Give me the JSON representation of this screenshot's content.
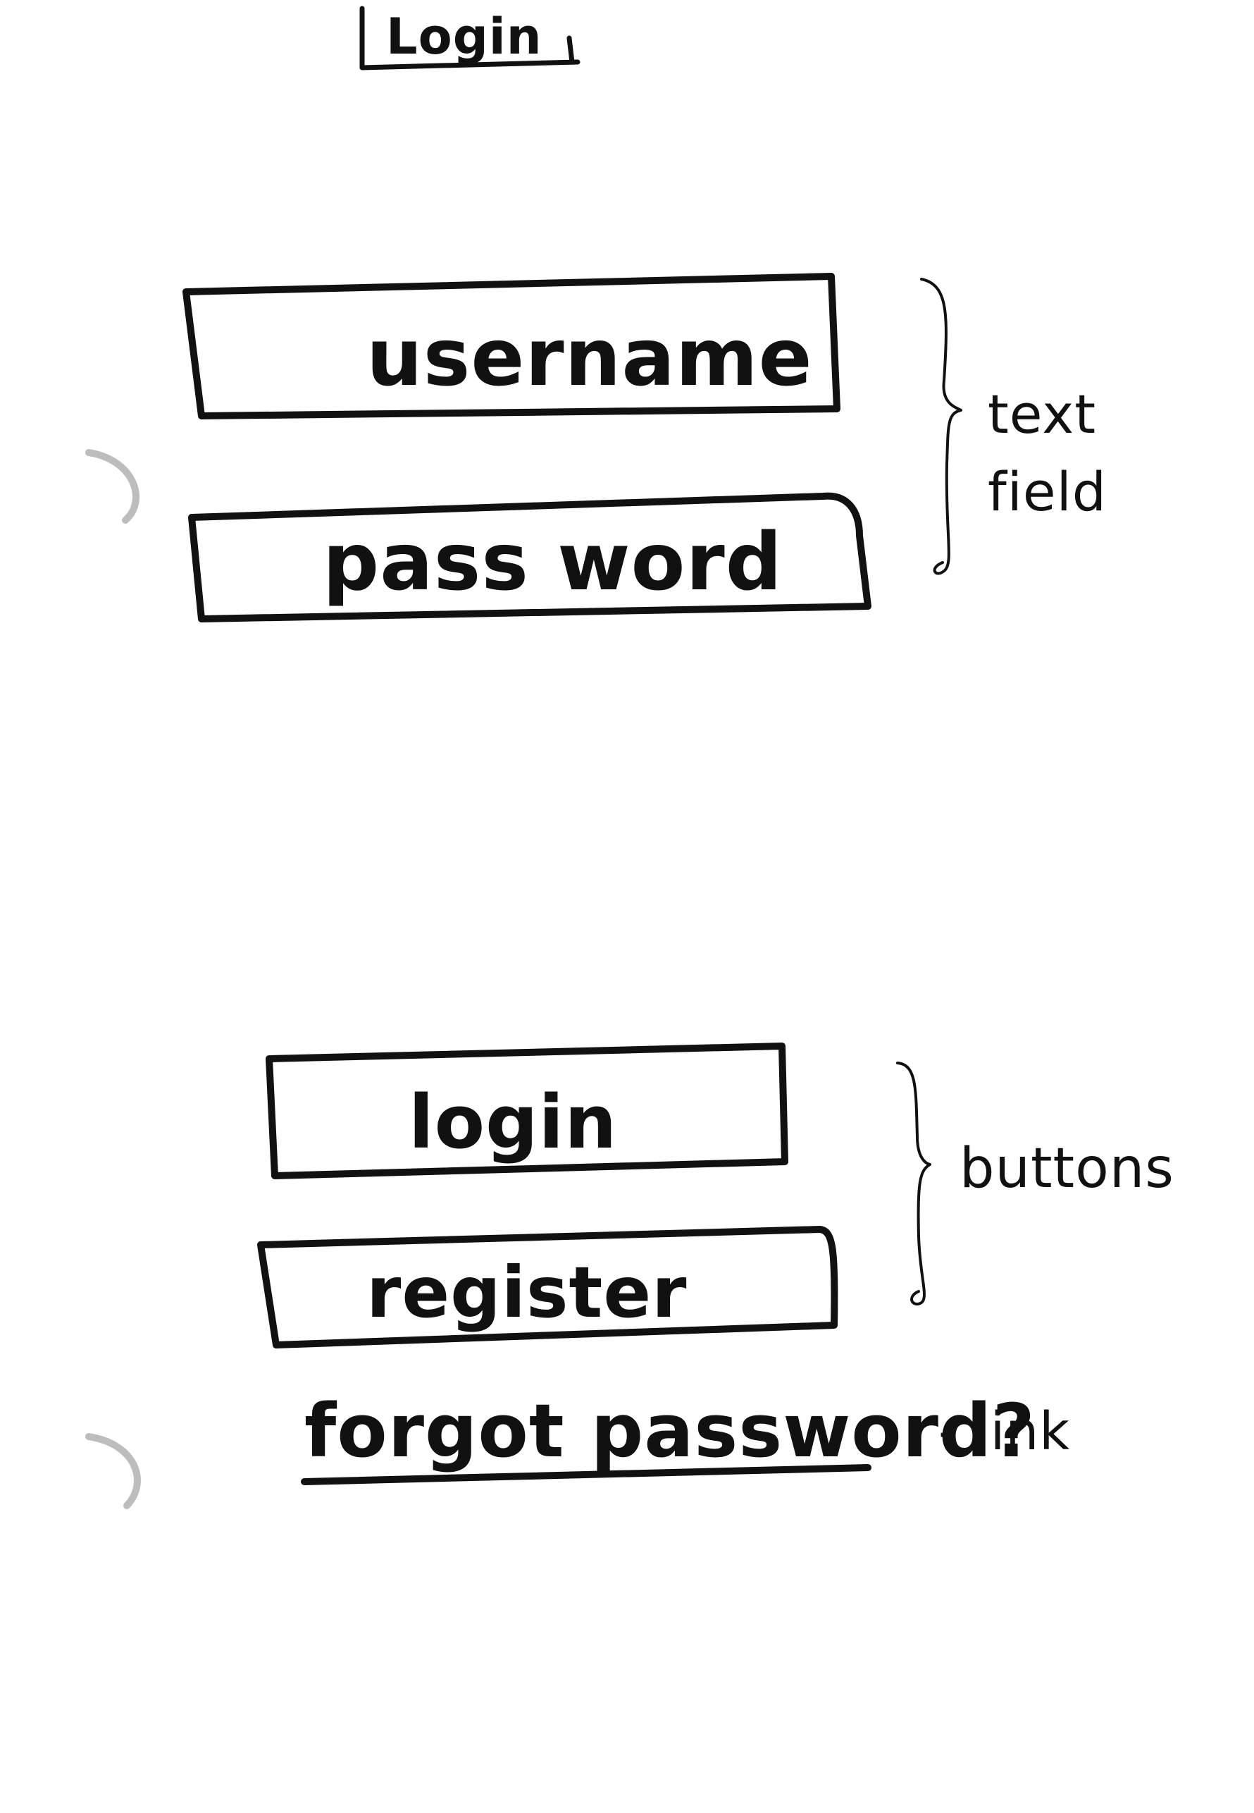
{
  "title": "Login",
  "fields": {
    "username_label": "username",
    "password_label": "pass word",
    "annotation": "text\nfield"
  },
  "buttons": {
    "login_label": "login",
    "register_label": "register",
    "annotation": "buttons"
  },
  "link": {
    "forgot_password_label": "forgot password?",
    "annotation": "- link"
  },
  "colors": {
    "ink": "#111111",
    "paper": "#ffffff",
    "hole_shadow": "#bdbdbd"
  }
}
